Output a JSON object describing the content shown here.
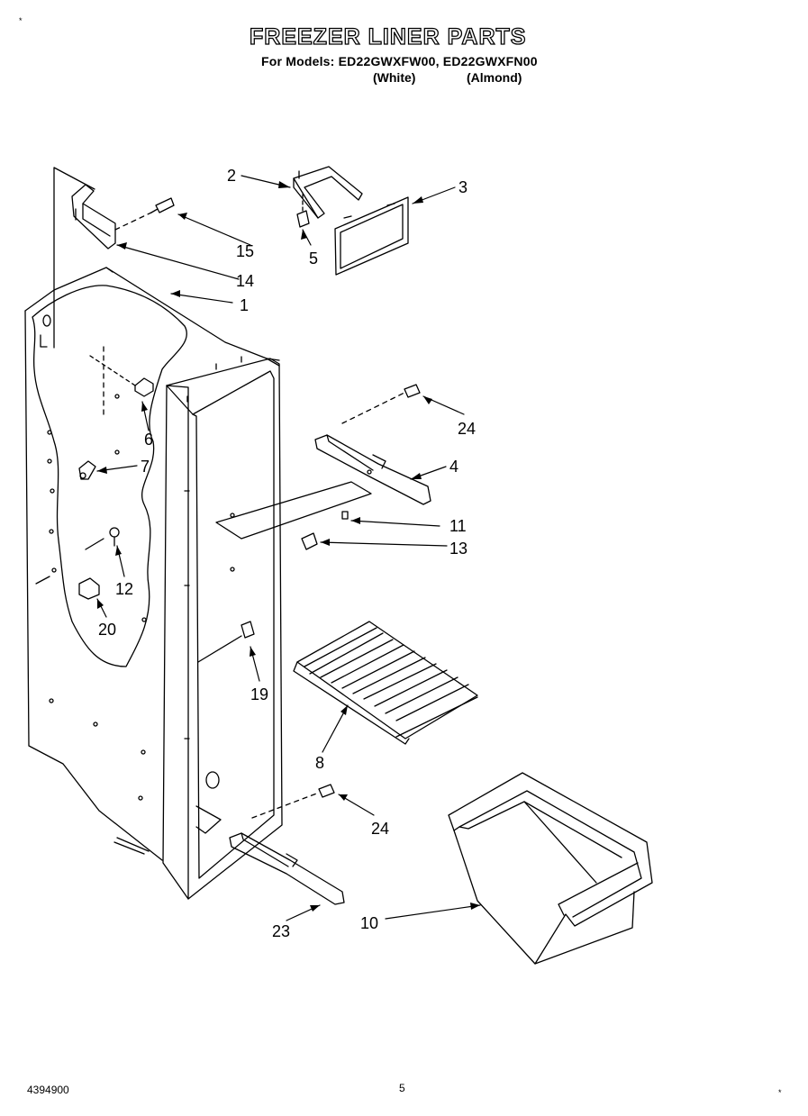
{
  "header": {
    "title": "FREEZER LINER PARTS",
    "models_line": "For Models: ED22GWXFW00, ED22GWXFN00",
    "color_white": "(White)",
    "color_almond": "(Almond)"
  },
  "callouts": {
    "c1": "1",
    "c2": "2",
    "c3": "3",
    "c4": "4",
    "c5": "5",
    "c6": "6",
    "c7": "7",
    "c8": "8",
    "c10": "10",
    "c11": "11",
    "c12": "12",
    "c13": "13",
    "c14": "14",
    "c15": "15",
    "c19": "19",
    "c20": "20",
    "c23": "23",
    "c24a": "24",
    "c24b": "24"
  },
  "footer": {
    "doc_number": "4394900",
    "page_number": "5"
  }
}
